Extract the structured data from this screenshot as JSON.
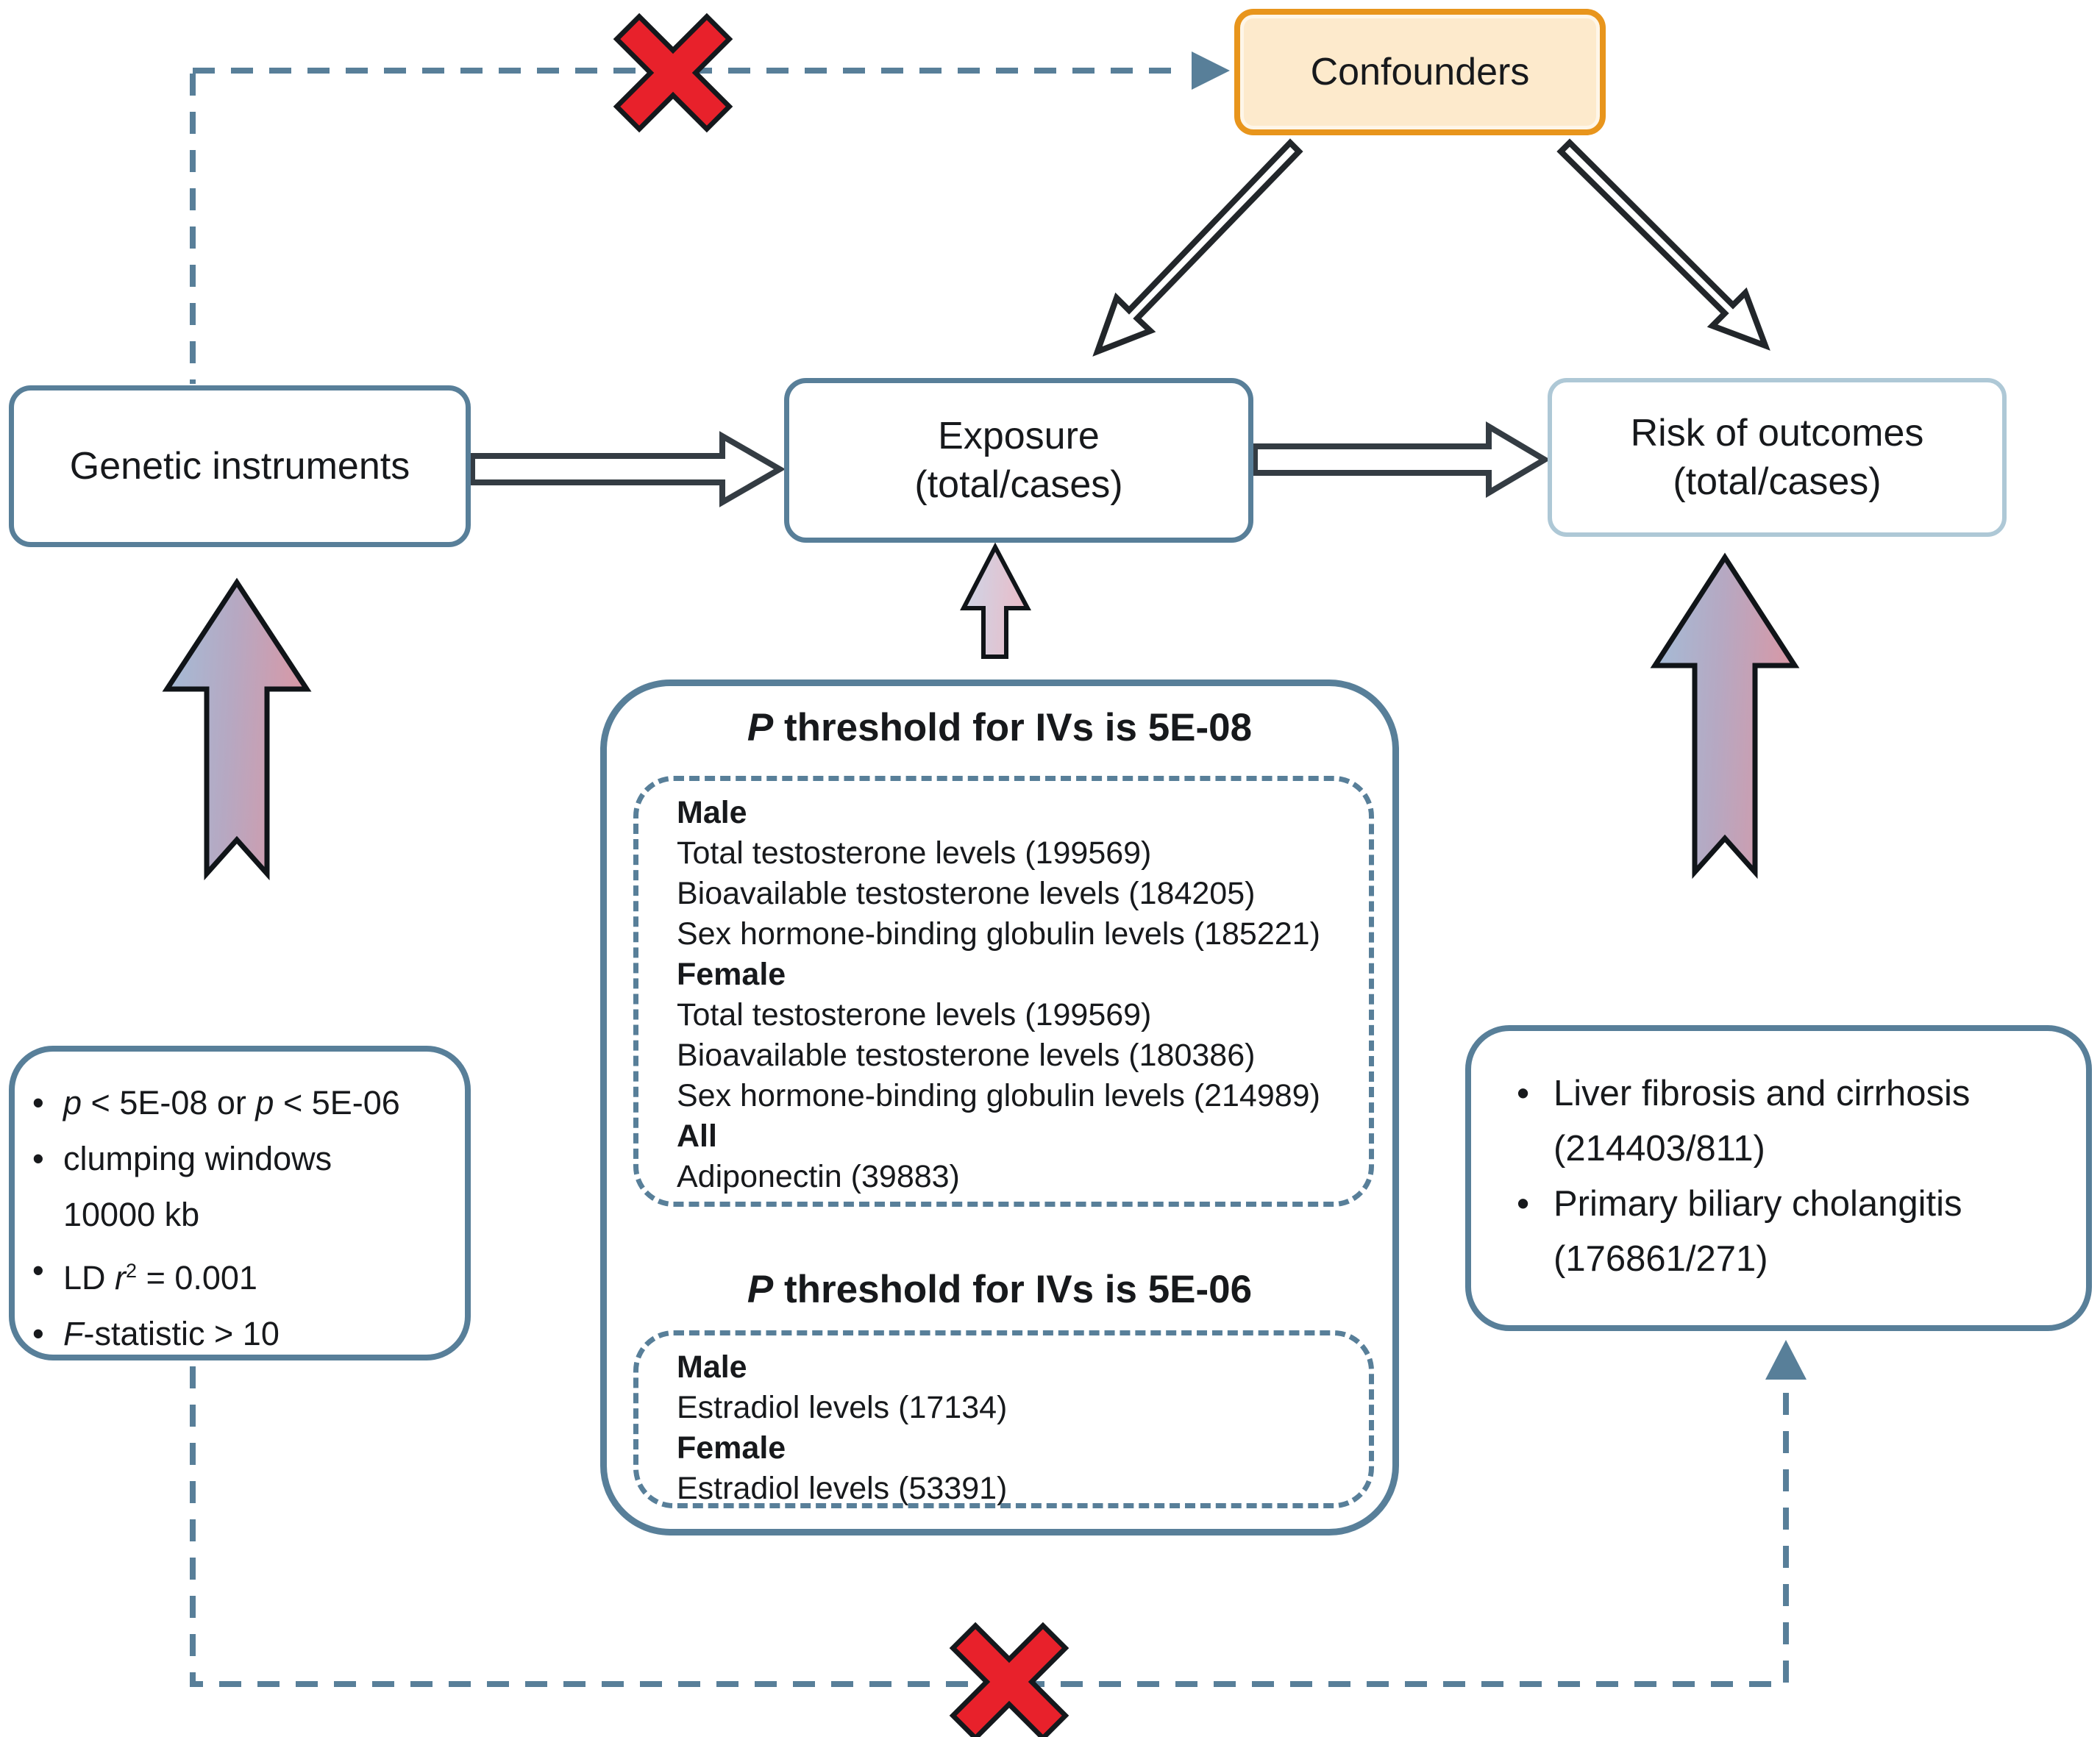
{
  "figure": {
    "kind": "mendelian-randomization-study-design-diagram"
  },
  "colors": {
    "steel_border": "#587f99",
    "steel_light_border": "#aec8d6",
    "orange_border": "#e8951c",
    "orange_fill": "#fdeacc",
    "red_x": "#e8212b",
    "arrow_gradient_blue": "#a3bdd8",
    "arrow_gradient_pink": "#d898a6",
    "outline_arrow_stroke": "#22262a"
  },
  "icons": {
    "blocked-x-icon": "✕",
    "dashed-arrow-right-icon": "→",
    "dashed-arrow-up-icon": "↑",
    "double-line-arrow-right-icon": "⇒",
    "outline-arrow-down-left-icon": "↙",
    "outline-arrow-down-right-icon": "↘",
    "gradient-arrow-up-icon": "⇧"
  },
  "confounders": {
    "label": "Confounders"
  },
  "genetic_instruments": {
    "label": "Genetic instruments"
  },
  "exposure": {
    "line1": "Exposure",
    "line2": "(total/cases)"
  },
  "risk_outcomes": {
    "line1": "Risk of outcomes",
    "line2": "(total/cases)"
  },
  "iv_panel": {
    "title_5e08": {
      "segments": [
        {
          "t": "P",
          "i": true
        },
        {
          "t": " threshold for IVs is 5E-08"
        }
      ]
    },
    "group_5e08": {
      "lines": [
        {
          "cls": "hdr",
          "segments": [
            {
              "t": "Male"
            }
          ]
        },
        {
          "segments": [
            {
              "t": "Total testosterone levels (199569)"
            }
          ]
        },
        {
          "segments": [
            {
              "t": "Bioavailable testosterone levels (184205)"
            }
          ]
        },
        {
          "segments": [
            {
              "t": "Sex hormone-binding globulin levels (185221)"
            }
          ]
        },
        {
          "cls": "hdr",
          "segments": [
            {
              "t": "Female"
            }
          ]
        },
        {
          "segments": [
            {
              "t": "Total testosterone levels (199569)"
            }
          ]
        },
        {
          "segments": [
            {
              "t": "Bioavailable testosterone levels (180386)"
            }
          ]
        },
        {
          "segments": [
            {
              "t": "Sex hormone-binding globulin levels (214989)"
            }
          ]
        },
        {
          "cls": "hdr",
          "segments": [
            {
              "t": "All"
            }
          ]
        },
        {
          "segments": [
            {
              "t": "Adiponectin (39883)"
            }
          ]
        }
      ]
    },
    "title_5e06": {
      "segments": [
        {
          "t": "P",
          "i": true
        },
        {
          "t": " threshold for IVs is 5E-06"
        }
      ]
    },
    "group_5e06": {
      "lines": [
        {
          "cls": "hdr",
          "segments": [
            {
              "t": "Male"
            }
          ]
        },
        {
          "segments": [
            {
              "t": "Estradiol levels (17134)"
            }
          ]
        },
        {
          "cls": "hdr",
          "segments": [
            {
              "t": "Female"
            }
          ]
        },
        {
          "segments": [
            {
              "t": "Estradiol levels (53391)"
            }
          ]
        }
      ]
    }
  },
  "instrument_criteria": {
    "lines": [
      {
        "cls": "bullet",
        "segments": [
          {
            "t": "p",
            "i": true
          },
          {
            "t": " < 5E-08 or "
          },
          {
            "t": "p",
            "i": true
          },
          {
            "t": " < 5E-06"
          }
        ]
      },
      {
        "cls": "bullet",
        "segments": [
          {
            "t": "clumping windows"
          }
        ]
      },
      {
        "cls": "cont",
        "segments": [
          {
            "t": "10000 kb"
          }
        ]
      },
      {
        "cls": "bullet",
        "segments": [
          {
            "t": "LD "
          },
          {
            "t": "r",
            "i": true
          },
          {
            "t": "2",
            "sup": true
          },
          {
            "t": " = 0.001"
          }
        ]
      },
      {
        "cls": "bullet",
        "segments": [
          {
            "t": "F",
            "i": true
          },
          {
            "t": "-statistic > 10"
          }
        ]
      }
    ]
  },
  "outcome_list": {
    "lines": [
      {
        "cls": "bullet",
        "segments": [
          {
            "t": "Liver fibrosis and cirrhosis"
          }
        ]
      },
      {
        "cls": "cont",
        "segments": [
          {
            "t": "(214403/811)"
          }
        ]
      },
      {
        "cls": "bullet",
        "segments": [
          {
            "t": "Primary biliary cholangitis"
          }
        ]
      },
      {
        "cls": "cont",
        "segments": [
          {
            "t": "(176861/271)"
          }
        ]
      }
    ]
  }
}
